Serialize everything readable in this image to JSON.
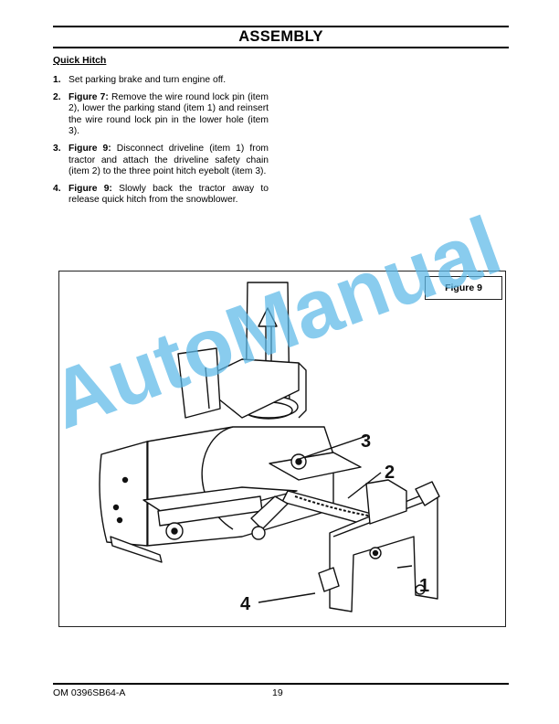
{
  "header": {
    "title": "ASSEMBLY"
  },
  "section": {
    "title": "Quick Hitch"
  },
  "steps": [
    {
      "num": "1.",
      "ref": "",
      "text": "Set parking brake and turn engine off."
    },
    {
      "num": "2.",
      "ref": "Figure 7:",
      "text": "Remove the wire round lock pin (item 2), lower the parking stand (item 1) and reinsert the wire round lock pin in the lower hole (item 3)."
    },
    {
      "num": "3.",
      "ref": "Figure 9:",
      "text": "Disconnect driveline (item 1) from tractor and attach the driveline safety chain (item 2) to the three point hitch eyebolt (item 3)."
    },
    {
      "num": "4.",
      "ref": "Figure 9:",
      "text": "Slowly back the tractor away to release quick hitch from the snowblower."
    }
  ],
  "figure": {
    "label": "Figure 9",
    "callouts": [
      "1",
      "2",
      "3",
      "4"
    ]
  },
  "watermark": {
    "text": "AutoManual",
    "color": "#5bb8e8"
  },
  "footer": {
    "doc_code": "OM 0396SB64-A",
    "page": "19"
  }
}
